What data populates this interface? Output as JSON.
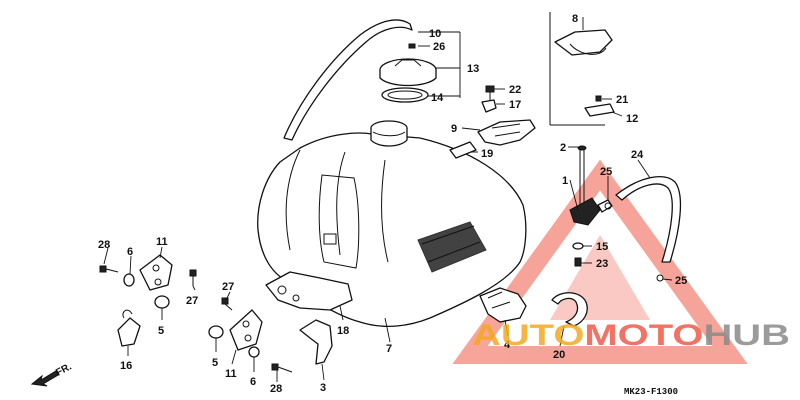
{
  "diagram": {
    "labels": [
      "1",
      "2",
      "3",
      "4",
      "5",
      "5",
      "6",
      "6",
      "7",
      "8",
      "9",
      "10",
      "11",
      "11",
      "12",
      "13",
      "14",
      "15",
      "16",
      "17",
      "18",
      "19",
      "20",
      "21",
      "22",
      "23",
      "24",
      "25",
      "25",
      "26",
      "27",
      "27",
      "28",
      "28"
    ],
    "direction_label": "FR.",
    "drawing_code": "MK23-F1300"
  },
  "watermark": {
    "part1": "AUTO",
    "part2": "MOTO",
    "part3": "HUB",
    "colors": {
      "orange": "#f4a91f",
      "red": "#f05a48",
      "gray": "#8a8a8a"
    }
  }
}
